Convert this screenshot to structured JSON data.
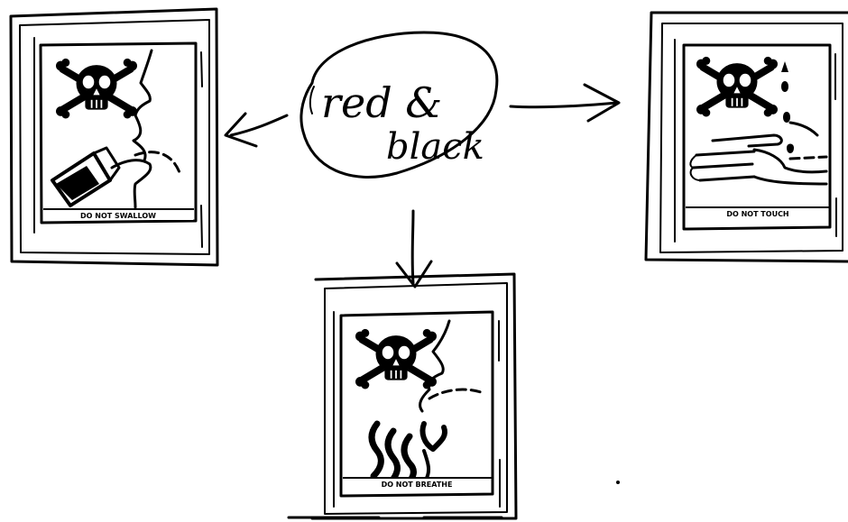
{
  "bubble": {
    "line1": "red &",
    "line2": "black"
  },
  "posters": [
    {
      "id": "swallow",
      "caption": "DO NOT SWALLOW"
    },
    {
      "id": "touch",
      "caption": "DO NOT TOUCH"
    },
    {
      "id": "breathe",
      "caption": "DO NOT BREATHE"
    }
  ],
  "colors": {
    "ink": "#000000",
    "paper": "#ffffff"
  },
  "icons": [
    "skull-crossbones-icon",
    "bottle-icon",
    "hand-icon",
    "fumes-icon",
    "arrow-icon"
  ]
}
